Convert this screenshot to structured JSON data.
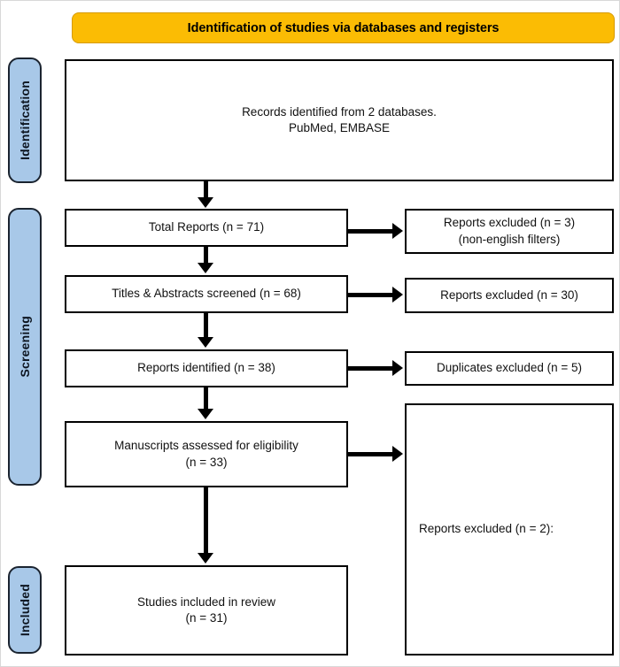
{
  "diagram": {
    "type": "prisma-flow-diagram",
    "banner": {
      "title": "Identification of studies via databases and registers",
      "fill_color": "#FBBC04",
      "border_color": "#D69A02"
    },
    "phase_tabs": [
      {
        "id": "identification",
        "label": "Identification",
        "fill_color": "#A8C8E8",
        "border_color": "#1B2430"
      },
      {
        "id": "screening",
        "label": "Screening",
        "fill_color": "#A8C8E8",
        "border_color": "#1B2430"
      },
      {
        "id": "included",
        "label": "Included",
        "fill_color": "#A8C8E8",
        "border_color": "#1B2430"
      }
    ],
    "flow_boxes": [
      {
        "id": "records-identified",
        "line1": "Records identified from 2 databases.",
        "line2": "PubMed, EMBASE",
        "n": null
      },
      {
        "id": "total-reports",
        "line1": "Total Reports (n = 71)",
        "line2": "",
        "n": 71
      },
      {
        "id": "titles-abstracts-screened",
        "line1": "Titles & Abstracts screened (n = 68)",
        "line2": "",
        "n": 68
      },
      {
        "id": "reports-identified",
        "line1": "Reports identified (n = 38)",
        "line2": "",
        "n": 38
      },
      {
        "id": "manuscripts-assessed",
        "line1": "Manuscripts assessed for eligibility",
        "line2": "(n = 33)",
        "n": 33
      },
      {
        "id": "studies-included",
        "line1": "Studies included in review",
        "line2": "(n = 31)",
        "n": 31
      }
    ],
    "exclusion_boxes": [
      {
        "id": "excluded-non-english",
        "line1": "Reports excluded (n = 3)",
        "line2": "(non-english filters)",
        "n": 3
      },
      {
        "id": "excluded-titles-abstracts",
        "line1": "Reports excluded (n = 30)",
        "line2": "",
        "n": 30
      },
      {
        "id": "excluded-duplicates",
        "line1": "Duplicates excluded (n = 5)",
        "line2": "",
        "n": 5
      },
      {
        "id": "excluded-eligibility",
        "line1": "Reports excluded (n = 2):",
        "line2": "",
        "n": 2
      }
    ]
  }
}
